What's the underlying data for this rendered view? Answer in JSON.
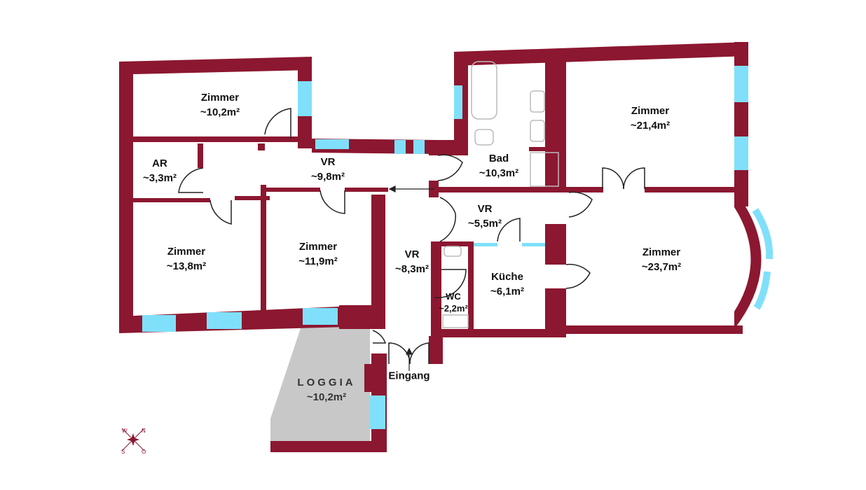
{
  "colors": {
    "wall": "#8c1730",
    "window": "#80e0fb",
    "loggia": "#c8c8c8"
  },
  "rooms": [
    {
      "name": "Zimmer",
      "area": "~10,2m²"
    },
    {
      "name": "AR",
      "area": "~3,3m²"
    },
    {
      "name": "VR",
      "area": "~9,8m²"
    },
    {
      "name": "Zimmer",
      "area": "~13,8m²"
    },
    {
      "name": "Zimmer",
      "area": "~11,9m²"
    },
    {
      "name": "VR",
      "area": "~8,3m²"
    },
    {
      "name": "Bad",
      "area": "~10,3m²"
    },
    {
      "name": "Zimmer",
      "area": "~21,4m²"
    },
    {
      "name": "VR",
      "area": "~5,5m²"
    },
    {
      "name": "Küche",
      "area": "~6,1m²"
    },
    {
      "name": "WC",
      "area": "~2,2m²"
    },
    {
      "name": "Zimmer",
      "area": "~23,7m²"
    },
    {
      "name": "LOGGIA",
      "area": "~10,2m²"
    }
  ],
  "entrance": "Eingang",
  "compass": {
    "n": "N",
    "s": "S",
    "w": "W",
    "o": "O"
  }
}
